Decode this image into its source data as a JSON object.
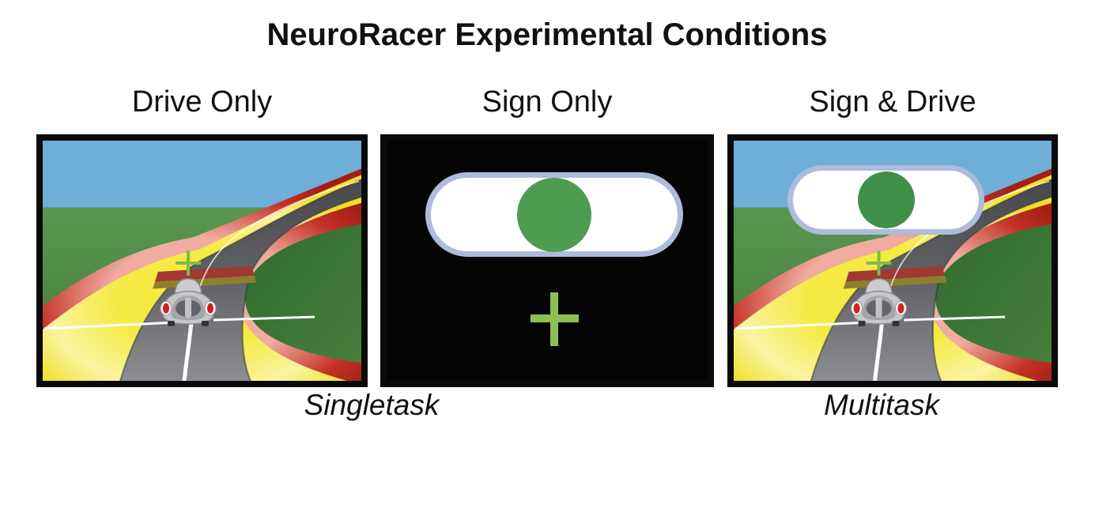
{
  "figure": {
    "title": "NeuroRacer Experimental Conditions",
    "columns": [
      {
        "id": "drive-only",
        "header": "Drive Only"
      },
      {
        "id": "sign-only",
        "header": "Sign Only"
      },
      {
        "id": "sign-and-drive",
        "header": "Sign & Drive"
      }
    ],
    "captions": {
      "singletask": "Singletask",
      "multitask": "Multitask"
    }
  },
  "sign": {
    "shape": "rounded-pill",
    "fill": "#FFFFFF",
    "border_color": "#AEBBDC",
    "circle_color": "#47944D"
  },
  "fixation_cross": {
    "glyph": "+",
    "color": "#8CC152"
  },
  "driving_scene": {
    "crosshair_glyph": "+",
    "crosshair_color": "#79BE4A",
    "sky": "#6FAED6",
    "grass": "#4A8741",
    "road": "#606266",
    "curb_yellow": "#F2E33B",
    "curb_red": "#BF2B20",
    "car_body": "#C6C7C9",
    "car_taillight": "#CE2026",
    "lane_line": "#FFFFFF",
    "panel_border": "#0A0A0A"
  }
}
